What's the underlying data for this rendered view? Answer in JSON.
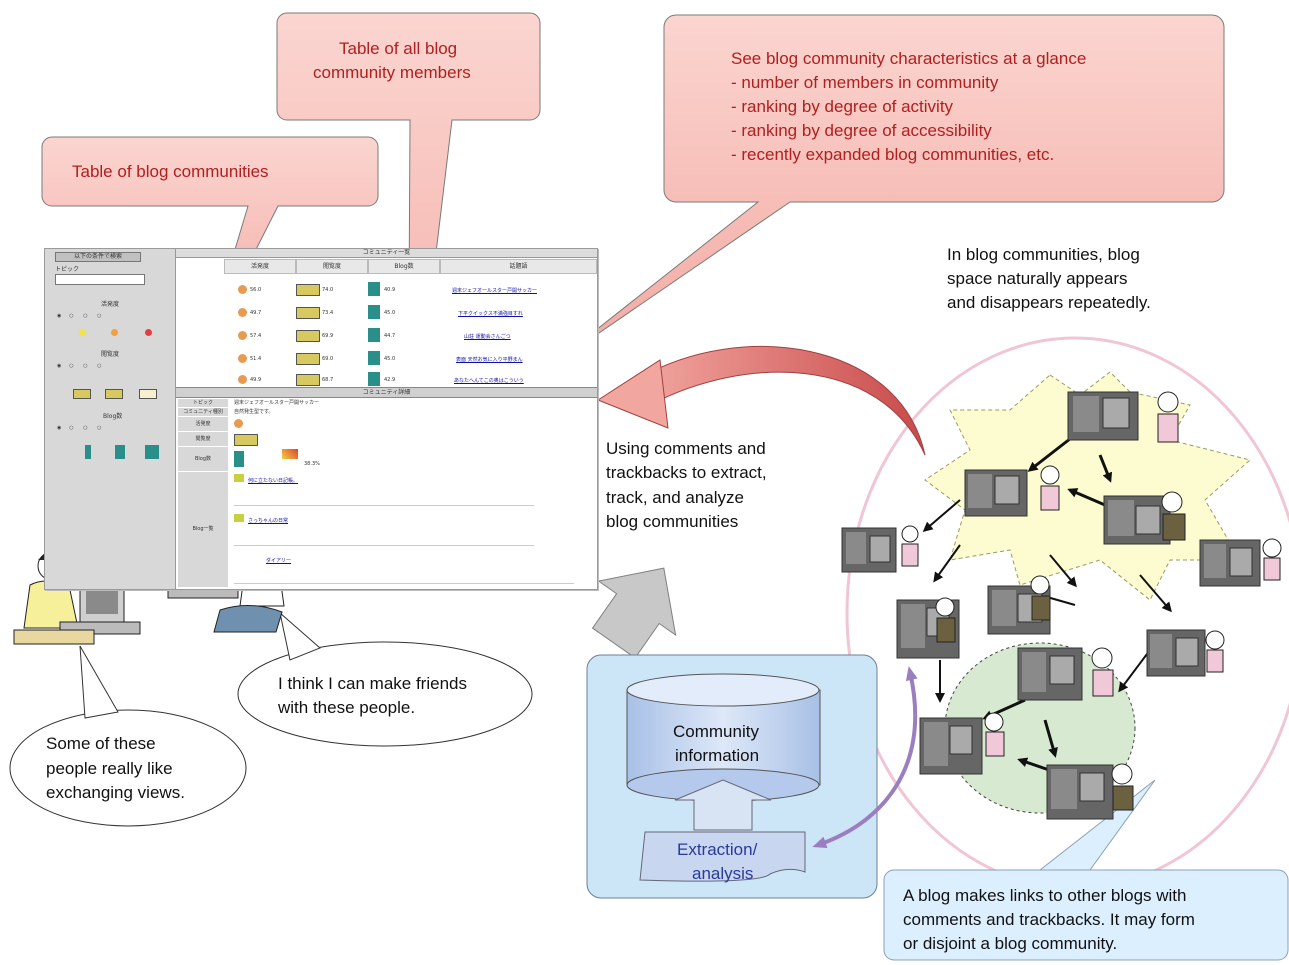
{
  "callouts": {
    "blog_communities": "Table of blog communities",
    "members_line1": "Table of all blog",
    "members_line2": "community members",
    "glance_line1": "See blog community characteristics at a glance",
    "glance_line2": "- number of members in community",
    "glance_line3": "- ranking by degree of activity",
    "glance_line4": "- ranking by degree of accessibility",
    "glance_line5": "- recently expanded blog communities, etc."
  },
  "speech": {
    "friends_line1": "I think I can make friends",
    "friends_line2": "with these people.",
    "views_line1": "Some of these",
    "views_line2": "people really like",
    "views_line3": "exchanging views."
  },
  "process": {
    "line1": "Using comments and",
    "line2": "trackbacks to extract,",
    "line3": "track, and analyze",
    "line4": "blog communities"
  },
  "database": {
    "line1": "Community",
    "line2": "information"
  },
  "extraction": {
    "line1": "Extraction/",
    "line2": "analysis"
  },
  "space_note": {
    "line1": "In blog communities, blog",
    "line2": "space naturally appears",
    "line3": "and disappears repeatedly."
  },
  "links_note": {
    "line1": "A blog makes links to other blogs with",
    "line2": "comments and trackbacks. It may form",
    "line3": "or disjoint a blog community."
  },
  "screenshot": {
    "search_button": "以下の条件で検索",
    "topic_label": "トピック",
    "list_header": "コミュニティ一覧",
    "detail_header": "コミュニティ詳細",
    "col1": "活発度",
    "col2": "閲覧度",
    "col3": "Blog数",
    "col4": "話題語",
    "rows": [
      {
        "a": "56.0",
        "b": "74.0",
        "c": "40.9",
        "topic": "週末ジェフオールスター戸開サッカー"
      },
      {
        "a": "49.7",
        "b": "73.4",
        "c": "45.0",
        "topic": "下平クイックス不満強目すれ"
      },
      {
        "a": "57.4",
        "b": "69.9",
        "c": "44.7",
        "topic": "山荘 運動会さんごつ"
      },
      {
        "a": "51.4",
        "b": "69.0",
        "c": "45.0",
        "topic": "表面 天然お気に入り平野まん"
      },
      {
        "a": "49.9",
        "b": "68.7",
        "c": "42.9",
        "topic": "あなたへんてこの奥はこういう"
      }
    ],
    "groups": [
      "活発度",
      "閲覧度",
      "Blog数"
    ],
    "detail_labels": [
      "トピック",
      "コミュニティ種別",
      "活発度",
      "閲覧度",
      "Blog数",
      "Blog一覧"
    ],
    "detail_topic": "週末ジェフオールスター戸開サッカー",
    "detail_type": "自然発生型です。",
    "entry1": "何に立たない日記帳。",
    "entry2": "さっちゃんの日常",
    "entry3": "ダイアリー",
    "percent": "38.3%"
  }
}
